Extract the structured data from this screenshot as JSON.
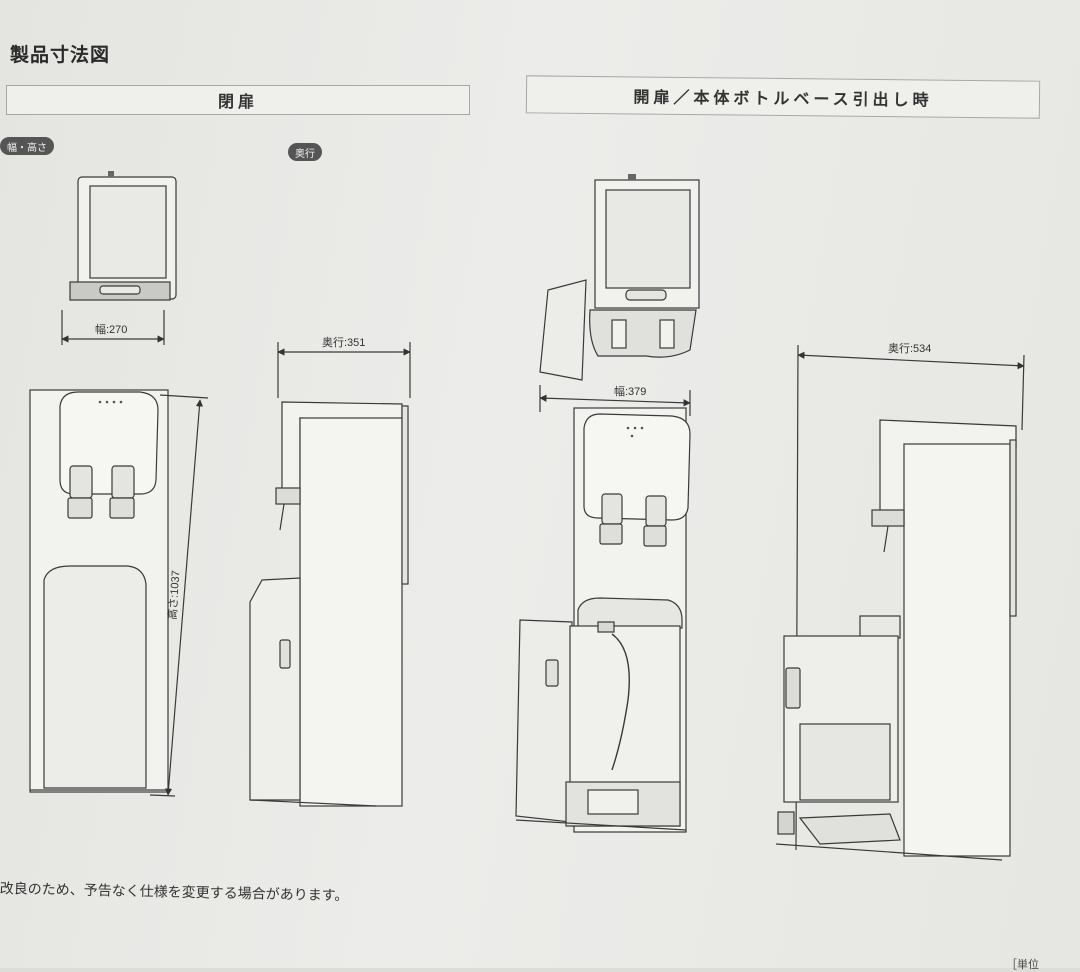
{
  "heading": "製品寸法図",
  "sections": {
    "closed": "閉扉",
    "open": "開扉／本体ボトルベース引出し時"
  },
  "tags": {
    "width_height": "幅・高さ",
    "depth": "奥行"
  },
  "dimensions": {
    "width_closed": "幅:270",
    "height_closed": "高さ:1037",
    "depth_closed": "奥行:351",
    "width_open": "幅:379",
    "depth_open": "奥行:534"
  },
  "footnote": "改良のため、予告なく仕様を変更する場合があります。",
  "corner_mark": "［単位"
}
